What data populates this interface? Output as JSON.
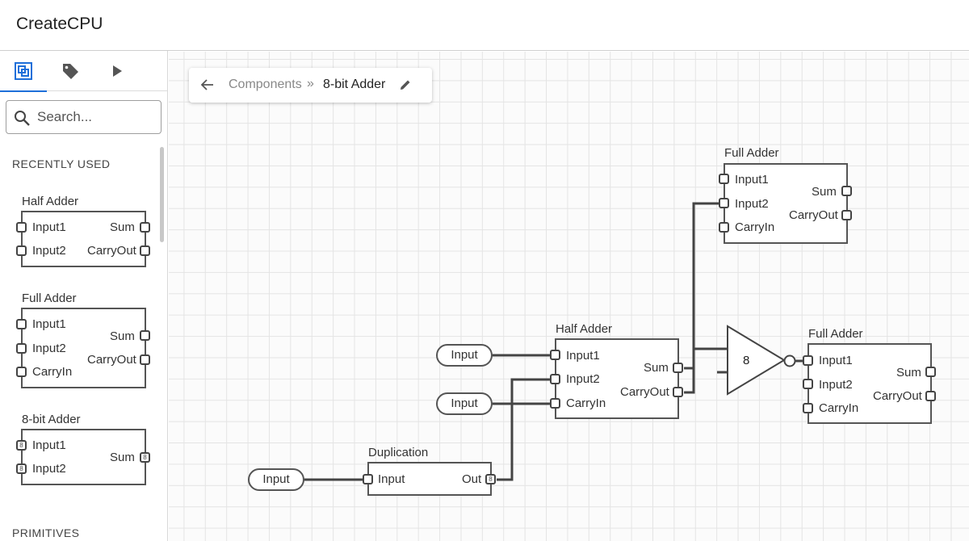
{
  "app": {
    "title": "CreateCPU"
  },
  "sidebar": {
    "tabs": [
      {
        "name": "components",
        "icon": "components-icon"
      },
      {
        "name": "labels",
        "icon": "tag-icon"
      },
      {
        "name": "run",
        "icon": "play-icon"
      }
    ],
    "search": {
      "placeholder": "Search..."
    },
    "recently_used_title": "RECENTLY USED",
    "primitives_title": "PRIMITIVES",
    "items": [
      {
        "name": "Half Adder",
        "inputs": [
          "Input1",
          "Input2"
        ],
        "outputs": [
          "Sum",
          "CarryOut"
        ]
      },
      {
        "name": "Full Adder",
        "inputs": [
          "Input1",
          "Input2",
          "CarryIn"
        ],
        "outputs": [
          "Sum",
          "CarryOut"
        ]
      },
      {
        "name": "8-bit Adder",
        "inputs": [
          "Input1",
          "Input2"
        ],
        "outputs": [
          "Sum"
        ],
        "bus_width": "8"
      }
    ]
  },
  "breadcrumb": {
    "parent": "Components",
    "separator": "»",
    "current": "8-bit Adder"
  },
  "canvas": {
    "full_adder_top": {
      "name": "Full Adder",
      "inputs": [
        "Input1",
        "Input2",
        "CarryIn"
      ],
      "outputs": [
        "Sum",
        "CarryOut"
      ]
    },
    "half_adder": {
      "name": "Half Adder",
      "inputs": [
        "Input1",
        "Input2",
        "CarryIn"
      ],
      "outputs": [
        "Sum",
        "CarryOut"
      ]
    },
    "full_adder_right": {
      "name": "Full Adder",
      "inputs": [
        "Input1",
        "Input2",
        "CarryIn"
      ],
      "outputs": [
        "Sum",
        "CarryOut"
      ]
    },
    "duplication": {
      "name": "Duplication",
      "input": "Input",
      "output": "Out",
      "width": "8"
    },
    "buffer": {
      "label": "8"
    },
    "input_nodes": [
      "Input",
      "Input",
      "Input"
    ]
  },
  "colors": {
    "accent": "#1e6fd9",
    "wire": "#444444",
    "border": "#555555"
  }
}
